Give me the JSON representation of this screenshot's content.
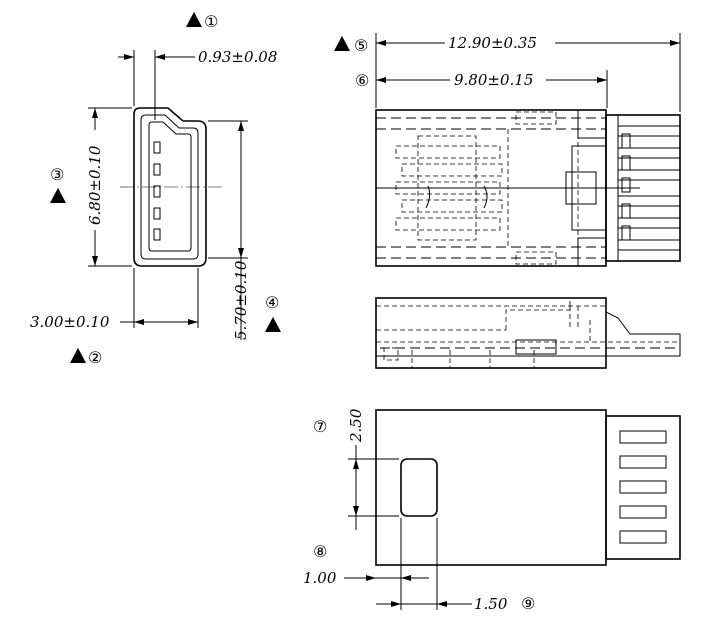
{
  "dimensions": {
    "d1": "0.93±0.08",
    "d2": "3.00±0.10",
    "d3": "6.80±0.10",
    "d4": "5.70±0.10",
    "d5": "12.90±0.35",
    "d6": "9.80±0.15",
    "d7": "2.50",
    "d8": "1.00",
    "d9": "1.50"
  },
  "markers": {
    "m1": "①",
    "m2": "②",
    "m3": "③",
    "m4": "④",
    "m5": "⑤",
    "m6": "⑥",
    "m7": "⑦",
    "m8": "⑧",
    "m9": "⑨"
  },
  "key_markers": [
    "m1",
    "m2",
    "m3",
    "m4",
    "m5"
  ]
}
